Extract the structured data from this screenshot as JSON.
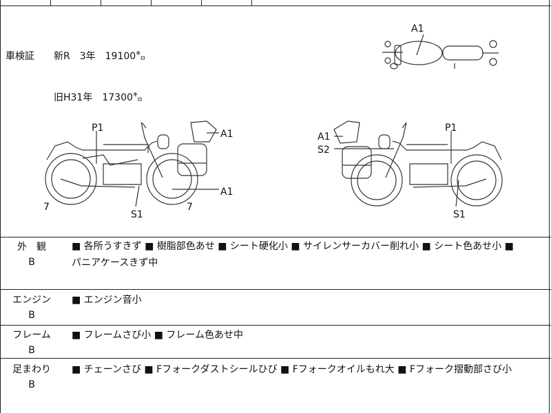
{
  "inspection": {
    "label": "車検証",
    "new_line": "新R　3年　19100㌔",
    "old_line": "旧H31年　17300㌔"
  },
  "diagram_labels": {
    "top_a1": "A1",
    "left_p1": "P1",
    "left_a1_upper": "A1",
    "left_a1_lower": "A1",
    "left_s1": "S1",
    "left_7_front": "7",
    "left_7_rear": "7",
    "right_a1": "A1",
    "right_s2": "S2",
    "right_p1": "P1",
    "right_s1": "S1"
  },
  "sections": [
    {
      "category": "外　観",
      "grade": "B",
      "line1": "■ 各所うすきず ■ 樹脂部色あせ ■ シート硬化小 ■ サイレンサーカバー削れ小 ■ シート色あせ小 ■",
      "line2": "パニアケースきず中"
    },
    {
      "category": "エンジン",
      "grade": "B",
      "line1": "■ エンジン音小"
    },
    {
      "category": "フレーム",
      "grade": "B",
      "line1": "■ フレームさび小 ■ フレーム色あせ中"
    },
    {
      "category": "足まわり",
      "grade": "B",
      "line1": "■ チェーンさび ■ Fフォークダストシールひび ■ Fフォークオイルもれ大 ■ Fフォーク摺動部さび小"
    }
  ]
}
